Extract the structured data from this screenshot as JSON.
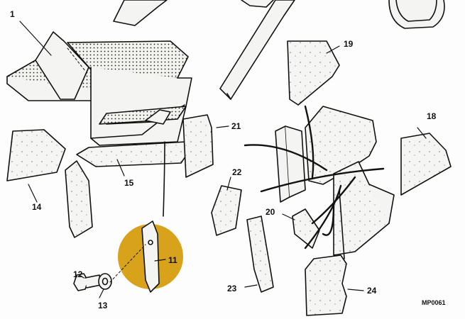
{
  "callouts": {
    "c1": "1",
    "c11": "11",
    "c12": "12",
    "c13": "13",
    "c14": "14",
    "c15": "15",
    "c18": "18",
    "c19": "19",
    "c20": "20",
    "c21": "21",
    "c22": "22",
    "c23": "23",
    "c24": "24"
  },
  "reference_code": "MP0061",
  "colors": {
    "highlight": "#d9a21b",
    "line": "#111111",
    "panel_fill": "#f4f4f2"
  }
}
